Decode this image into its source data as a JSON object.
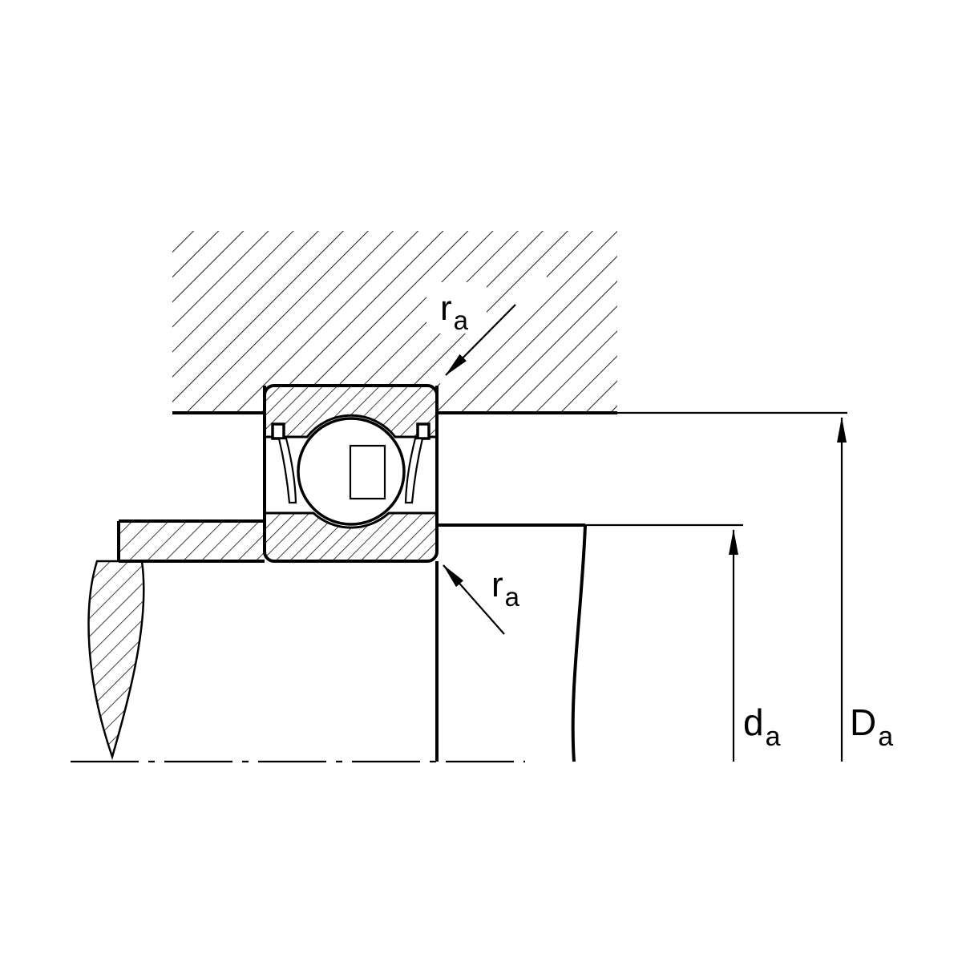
{
  "diagram": {
    "colors": {
      "ink": "#000000",
      "paper": "#ffffff"
    },
    "labels": {
      "fillet_radius_top": {
        "symbol": "r",
        "subscript": "a"
      },
      "fillet_radius_bottom": {
        "symbol": "r",
        "subscript": "a"
      },
      "shaft_abutment_diameter": {
        "symbol": "d",
        "subscript": "a"
      },
      "housing_abutment_diameter": {
        "symbol": "D",
        "subscript": "a"
      }
    }
  }
}
